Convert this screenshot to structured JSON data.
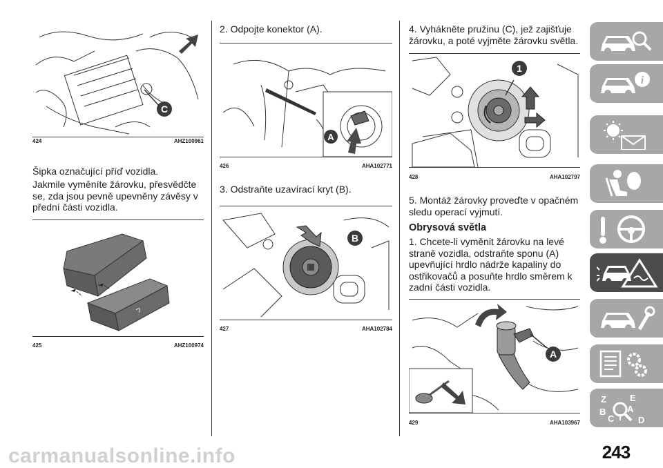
{
  "page": {
    "number": "243",
    "watermark": "carmanualsonline.info"
  },
  "figures": {
    "f424": {
      "num": "424",
      "code": "AHZ100961",
      "label": "C"
    },
    "f425": {
      "num": "425",
      "code": "AHZ100974"
    },
    "f426": {
      "num": "426",
      "code": "AHA102771",
      "label": "A"
    },
    "f427": {
      "num": "427",
      "code": "AHA102784",
      "label": "B"
    },
    "f428": {
      "num": "428",
      "code": "AHA102797",
      "label": "1"
    },
    "f429": {
      "num": "429",
      "code": "AHA103967",
      "label": "A"
    }
  },
  "text": {
    "col1_p1": "Šipka označující příď vozidla.",
    "col1_p2": "Jakmile vyměníte žárovku, přesvědčte se, zda jsou pevně upevněny závěsy v přední části vozidla.",
    "col2_step2": "2. Odpojte konektor (A).",
    "col2_step3": "3. Odstraňte uzavírací kryt (B).",
    "col3_step4": "4. Vyhákněte pružinu (C), jež zajišťuje žárovku, a poté vyjměte žárovku světla.",
    "col3_step5": "5. Montáž žárovky proveďte v opačném sledu operací vyjmutí.",
    "col3_heading": "Obrysová světla",
    "col3_step1": "1. Chcete-li vyměnit žárovku na levé straně vozidla, odstraňte sponu (A) upevňující hrdlo nádrže kapaliny do ostřikovačů a posuňte hrdlo směrem k zadní části vozidla."
  },
  "tabs": [
    {
      "icon": "car-info-search-icon",
      "active": false
    },
    {
      "icon": "car-info-icon",
      "active": false
    },
    {
      "icon": "warning-light-message-icon",
      "active": false
    },
    {
      "icon": "seat-airbag-icon",
      "active": false
    },
    {
      "icon": "steering-wheel-key-icon",
      "active": false
    },
    {
      "icon": "car-breakdown-warning-icon",
      "active": true
    },
    {
      "icon": "car-maintenance-wrench-icon",
      "active": false
    },
    {
      "icon": "specifications-gear-icon",
      "active": false
    },
    {
      "icon": "alphabetical-index-icon",
      "active": false
    }
  ],
  "tab_index_letters": [
    "Z",
    "E",
    "B",
    "A",
    "C",
    "T",
    "D"
  ],
  "colors": {
    "tab_inactive": "#a5a7a8",
    "tab_active": "#4a4b4c",
    "callout": "#3a3a3a"
  }
}
